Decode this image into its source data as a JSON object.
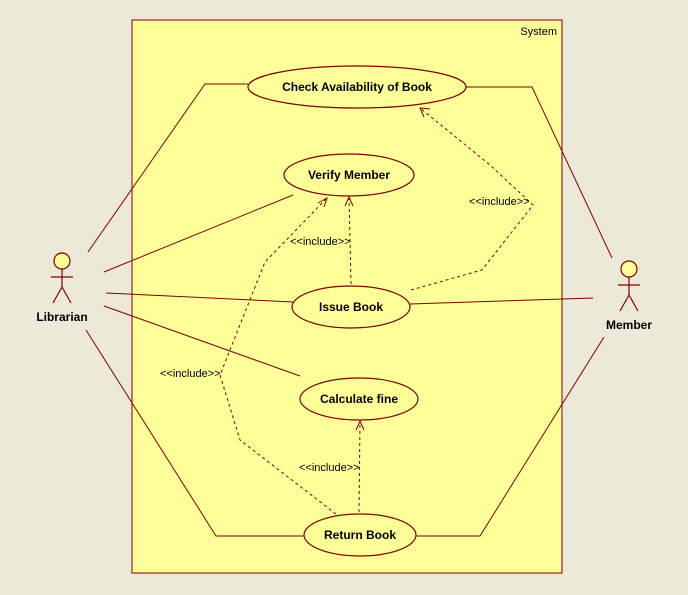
{
  "system": {
    "label": "System",
    "fill": "#ffff99",
    "border": "#800000"
  },
  "actors": {
    "librarian": {
      "label": "Librarian"
    },
    "member": {
      "label": "Member"
    }
  },
  "use_cases": {
    "check_availability": "Check Availability of Book",
    "verify_member": "Verify Member",
    "issue_book": "Issue Book",
    "calculate_fine": "Calculate fine",
    "return_book": "Return Book"
  },
  "stereotypes": {
    "issue_to_check": "<<include>>",
    "issue_to_verify": "<<include>>",
    "return_to_verify": "<<include>>",
    "return_to_fine": "<<include>>"
  },
  "colors": {
    "line": "#800000",
    "usecase_fill": "#ffff99",
    "background": "#ece9d8"
  }
}
